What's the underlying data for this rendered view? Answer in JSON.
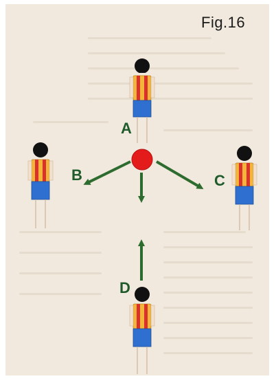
{
  "figure": {
    "title": "Fig.16",
    "labels": {
      "a": "A",
      "b": "B",
      "c": "C",
      "d": "D"
    }
  },
  "colors": {
    "background": "#f1e9de",
    "arrow": "#2e6b2e",
    "ball": "#e41b1b",
    "shirt_base": "#f4b53a",
    "shirt_stripe": "#d9322b",
    "shorts": "#2f6fd0",
    "head": "#111111",
    "label_text": "#1f5a2a"
  },
  "icons": {
    "ball": "ball-icon",
    "player": "player-figure-icon",
    "arrow": "arrow-icon"
  }
}
